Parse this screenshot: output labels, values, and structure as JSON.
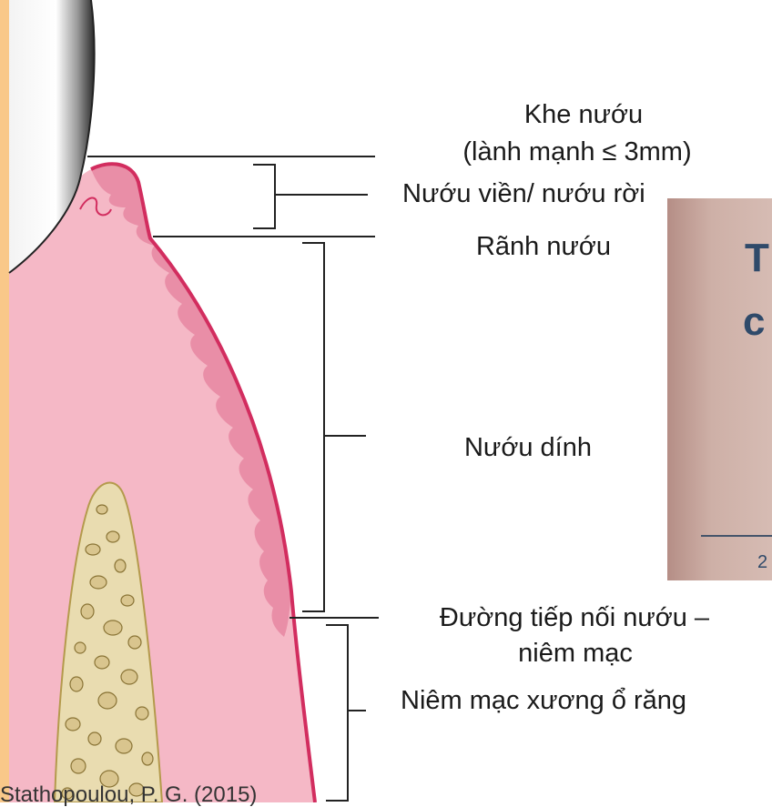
{
  "labels": {
    "khe_nuou": "Khe nướu",
    "khe_nuou_note": "(lành mạnh ≤ 3mm)",
    "nuou_vien": "Nướu viền/ nướu rời",
    "ranh_nuou": "Rãnh nướu",
    "nuou_dinh": "Nướu dính",
    "duong_tiep_noi_line1": "Đường tiếp nối nướu –",
    "duong_tiep_noi_line2": "niêm mạc",
    "niem_mac": "Niêm mạc xương ổ răng"
  },
  "background_slide": {
    "title_fragment_1": "T",
    "title_fragment_2": "c",
    "small_fragment": "2"
  },
  "credit": "Stathopoulou, P. G. (2015)",
  "colors": {
    "gingiva": "#f5b8c6",
    "gingiva_edge": "#d22d5f",
    "epithelium": "#e98ea7",
    "bone": "#e9dcb0",
    "tooth_strip": "#f9c889",
    "leader_line": "#222222",
    "slide_bg": "#c9a59c"
  }
}
